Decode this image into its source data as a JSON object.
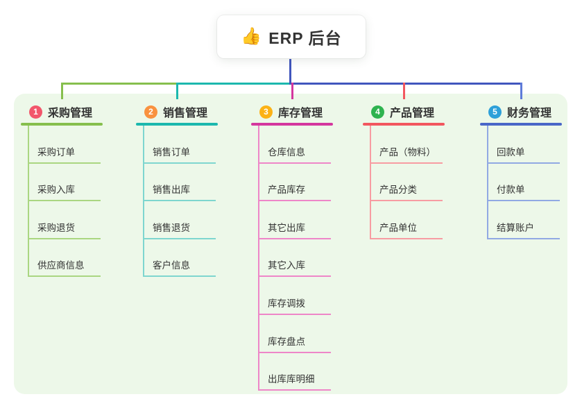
{
  "root": {
    "icon": "👍",
    "label": "ERP 后台"
  },
  "colors": {
    "canvas_bg": "#ffffff",
    "panel_bg": "#edf8e9",
    "root_line": "#4156bd",
    "text": "#333333"
  },
  "branches": [
    {
      "num": "1",
      "label": "采购管理",
      "badge_color": "#f2566b",
      "line_color": "#86bf4d",
      "drop_color": "#86bf4d",
      "child_line_color": "#aad681",
      "children": [
        "采购订单",
        "采购入库",
        "采购退货",
        "供应商信息"
      ]
    },
    {
      "num": "2",
      "label": "销售管理",
      "badge_color": "#f9923f",
      "line_color": "#1cb8ae",
      "drop_color": "#1cb8ae",
      "child_line_color": "#7ed6cf",
      "children": [
        "销售订单",
        "销售出库",
        "销售退货",
        "客户信息"
      ]
    },
    {
      "num": "3",
      "label": "库存管理",
      "badge_color": "#fcb216",
      "line_color": "#d4379e",
      "drop_color": "#d4379e",
      "child_line_color": "#ee86c8",
      "children": [
        "仓库信息",
        "产品库存",
        "其它出库",
        "其它入库",
        "库存调拨",
        "库存盘点",
        "出库库明细"
      ]
    },
    {
      "num": "4",
      "label": "产品管理",
      "badge_color": "#2eb34f",
      "line_color": "#f2575f",
      "drop_color": "#f2575f",
      "child_line_color": "#f79ca2",
      "children": [
        "产品（物料）",
        "产品分类",
        "产品单位"
      ]
    },
    {
      "num": "5",
      "label": "财务管理",
      "badge_color": "#2ea0d9",
      "line_color": "#4a67c8",
      "drop_color": "#5e7bd9",
      "child_line_color": "#91a9e3",
      "children": [
        "回款单",
        "付款单",
        "结算账户"
      ]
    }
  ],
  "bus_segments": [
    {
      "color": "#86bf4d"
    },
    {
      "color": "#1cb8ae"
    },
    {
      "color": "#4156bd"
    }
  ]
}
